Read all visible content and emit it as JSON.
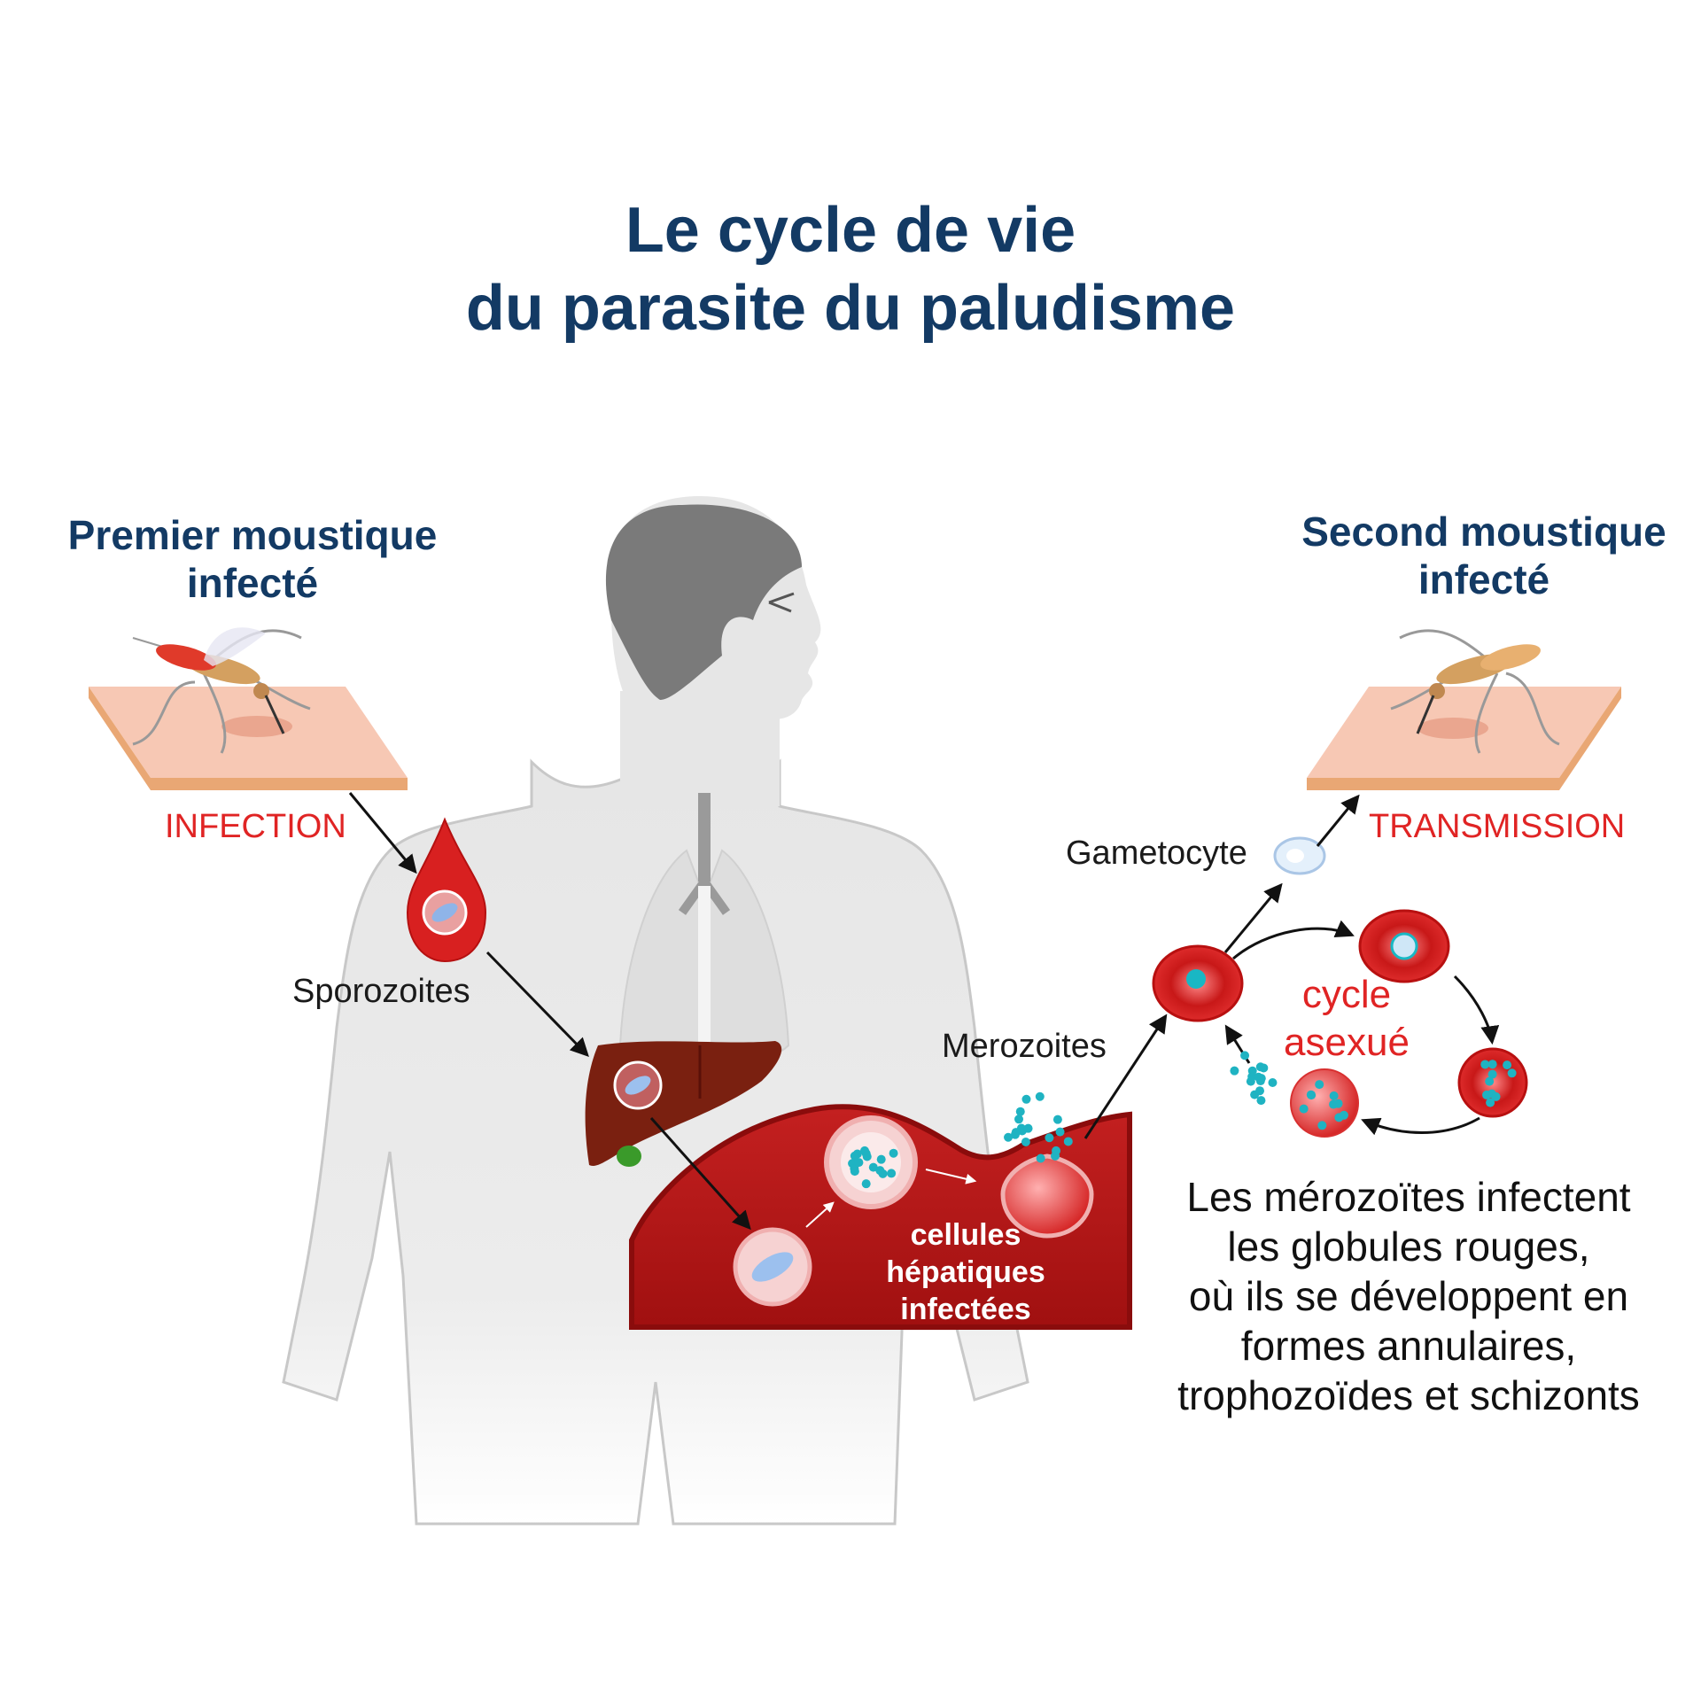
{
  "title": {
    "line1": "Le cycle de vie",
    "line2": "du parasite du paludisme"
  },
  "left_mosquito": {
    "line1": "Premier moustique",
    "line2": "infecté"
  },
  "right_mosquito": {
    "line1": "Second moustique",
    "line2": "infecté"
  },
  "labels": {
    "infection": "INFECTION",
    "transmission": "TRANSMISSION",
    "sporozoites": "Sporozoites",
    "merozoites": "Merozoites",
    "gametocyte": "Gametocyte",
    "cycle1": "cycle",
    "cycle2": "asexué",
    "liver1": "cellules",
    "liver2": "hépatiques",
    "liver3": "infectées"
  },
  "description": [
    "Les mérozoïtes infectent",
    "les globules rouges,",
    "où ils se développent en",
    "formes annulaires,",
    "trophozoïdes et schizonts"
  ],
  "colors": {
    "title": "#133a64",
    "accent_red": "#e02424",
    "tissue": "#a81414"
  }
}
